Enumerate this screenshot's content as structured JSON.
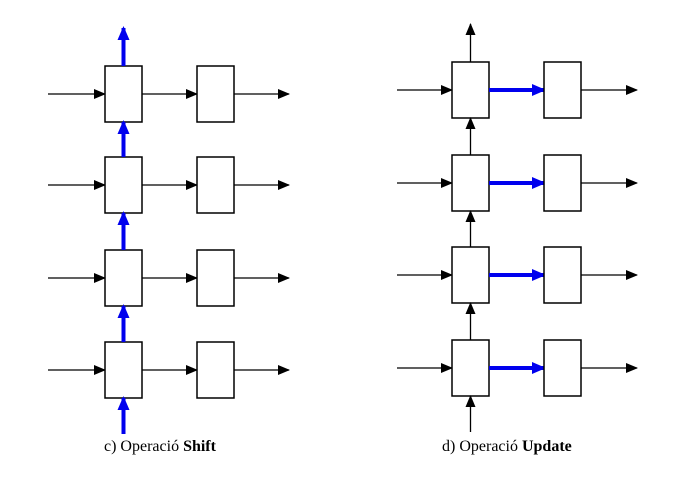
{
  "colors": {
    "stroke": "#000000",
    "highlight": "#0000ee",
    "background": "#ffffff"
  },
  "panels": [
    {
      "caption_prefix": "c) Operació ",
      "caption_keyword": "Shift",
      "highlight": "vertical"
    },
    {
      "caption_prefix": "d) Operació ",
      "caption_keyword": "Update",
      "highlight": "horizontal"
    }
  ]
}
